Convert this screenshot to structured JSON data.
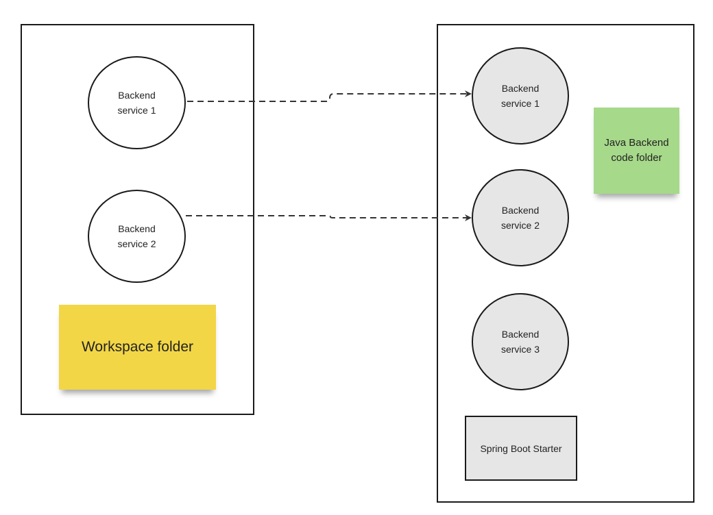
{
  "left_frame": {
    "services": [
      {
        "label": "Backend service 1"
      },
      {
        "label": "Backend service 2"
      }
    ],
    "note": {
      "label": "Workspace folder",
      "color": "#f2d646"
    }
  },
  "right_frame": {
    "services": [
      {
        "label": "Backend service 1"
      },
      {
        "label": "Backend service 2"
      },
      {
        "label": "Backend service 3"
      }
    ],
    "note": {
      "label": "Java Backend code folder",
      "color": "#a6d98a"
    },
    "starter": {
      "label": "Spring Boot Starter"
    }
  },
  "connectors": [
    {
      "from": "left-backend-service-1",
      "to": "right-backend-service-1",
      "style": "dashed"
    },
    {
      "from": "left-backend-service-2",
      "to": "right-backend-service-2",
      "style": "dashed"
    }
  ]
}
